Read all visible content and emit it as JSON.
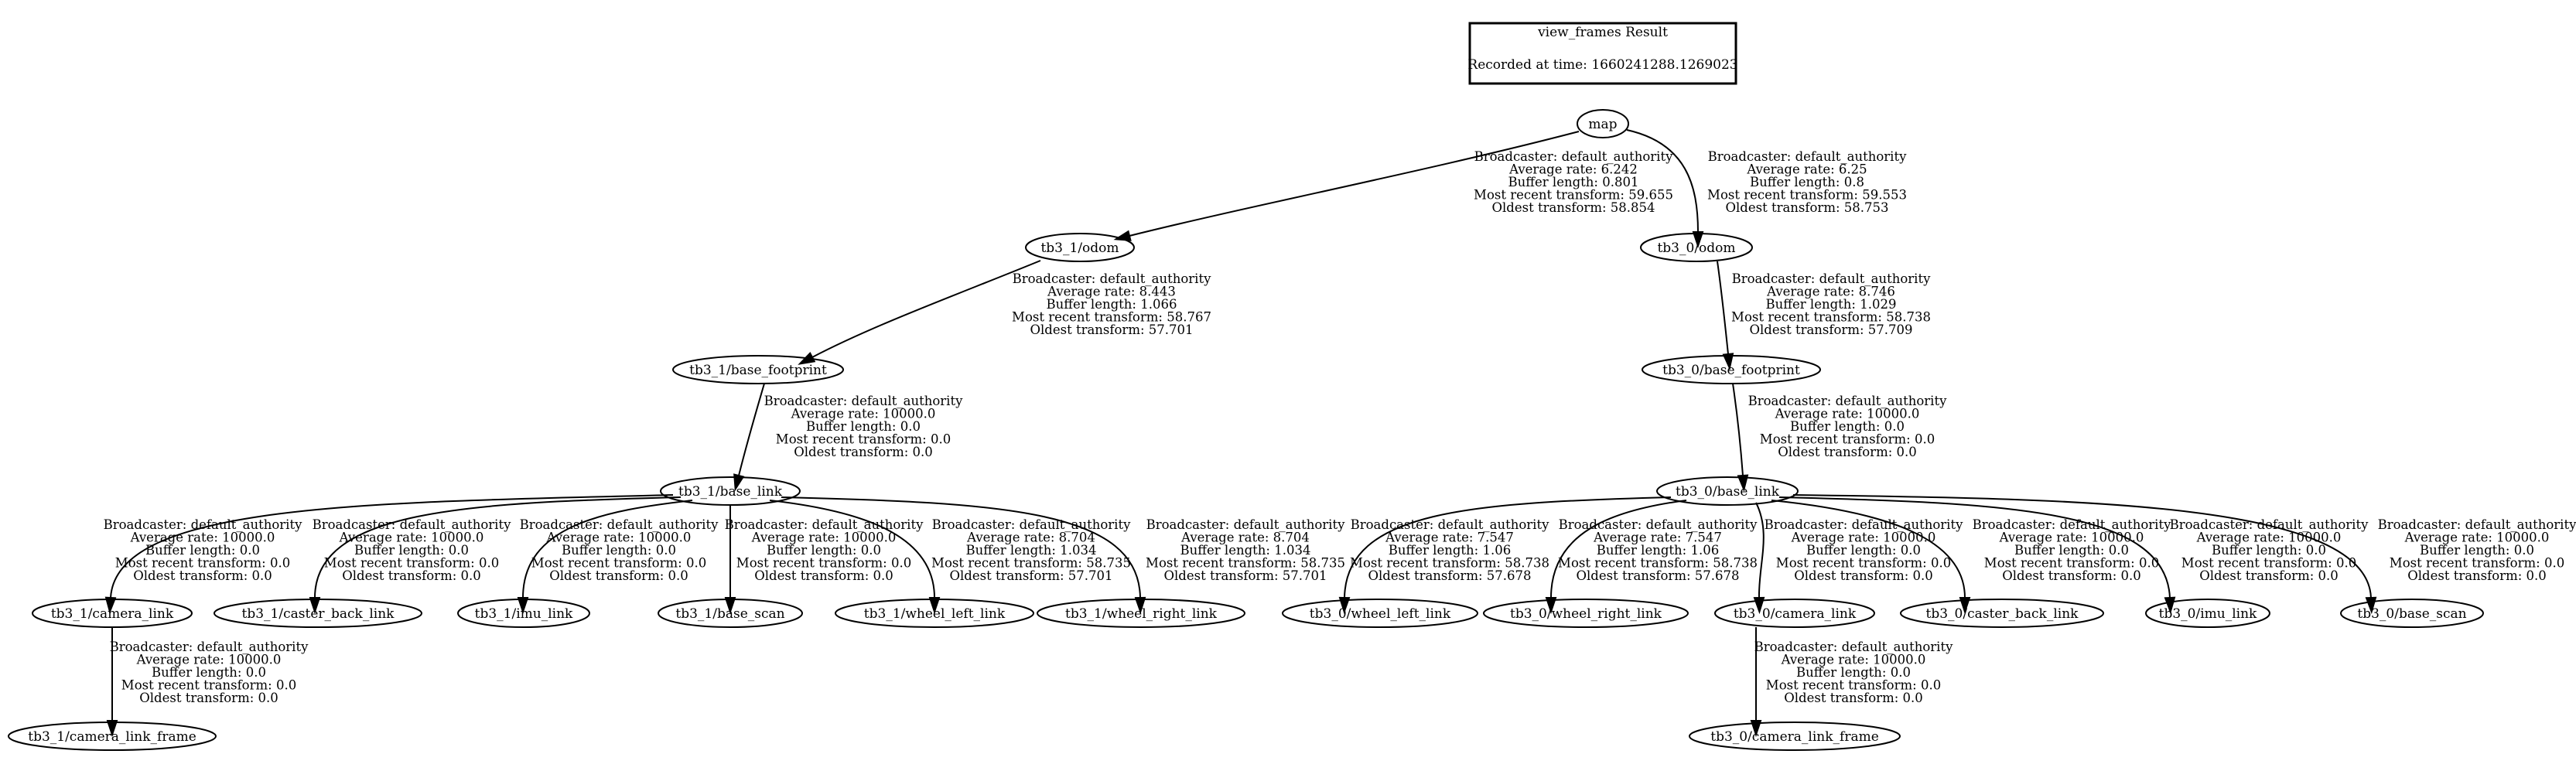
{
  "title_box": {
    "title": "view_frames Result",
    "subtitle": "Recorded at time: 1660241288.1269023"
  },
  "nodes": [
    {
      "id": "map",
      "label": "map"
    },
    {
      "id": "tb3_1_odom",
      "label": "tb3_1/odom"
    },
    {
      "id": "tb3_0_odom",
      "label": "tb3_0/odom"
    },
    {
      "id": "tb3_1_base_footprint",
      "label": "tb3_1/base_footprint"
    },
    {
      "id": "tb3_0_base_footprint",
      "label": "tb3_0/base_footprint"
    },
    {
      "id": "tb3_1_base_link",
      "label": "tb3_1/base_link"
    },
    {
      "id": "tb3_0_base_link",
      "label": "tb3_0/base_link"
    },
    {
      "id": "tb3_1_camera_link",
      "label": "tb3_1/camera_link"
    },
    {
      "id": "tb3_1_caster_back_link",
      "label": "tb3_1/caster_back_link"
    },
    {
      "id": "tb3_1_imu_link",
      "label": "tb3_1/imu_link"
    },
    {
      "id": "tb3_1_base_scan",
      "label": "tb3_1/base_scan"
    },
    {
      "id": "tb3_1_wheel_left_link",
      "label": "tb3_1/wheel_left_link"
    },
    {
      "id": "tb3_1_wheel_right_link",
      "label": "tb3_1/wheel_right_link"
    },
    {
      "id": "tb3_0_wheel_left_link",
      "label": "tb3_0/wheel_left_link"
    },
    {
      "id": "tb3_0_wheel_right_link",
      "label": "tb3_0/wheel_right_link"
    },
    {
      "id": "tb3_0_camera_link",
      "label": "tb3_0/camera_link"
    },
    {
      "id": "tb3_0_caster_back_link",
      "label": "tb3_0/caster_back_link"
    },
    {
      "id": "tb3_0_imu_link",
      "label": "tb3_0/imu_link"
    },
    {
      "id": "tb3_0_base_scan",
      "label": "tb3_0/base_scan"
    },
    {
      "id": "tb3_1_camera_link_frame",
      "label": "tb3_1/camera_link_frame"
    },
    {
      "id": "tb3_0_camera_link_frame",
      "label": "tb3_0/camera_link_frame"
    }
  ],
  "edges": [
    {
      "id": "map-tb3_1_odom",
      "source": "map",
      "target": "tb3_1_odom",
      "lines": [
        "Broadcaster: default_authority",
        "Average rate: 6.242",
        "Buffer length: 0.801",
        "Most recent transform: 59.655",
        "Oldest transform: 58.854"
      ]
    },
    {
      "id": "map-tb3_0_odom",
      "source": "map",
      "target": "tb3_0_odom",
      "lines": [
        "Broadcaster: default_authority",
        "Average rate: 6.25",
        "Buffer length: 0.8",
        "Most recent transform: 59.553",
        "Oldest transform: 58.753"
      ]
    },
    {
      "id": "tb3_1_odom-tb3_1_base_footprint",
      "source": "tb3_1_odom",
      "target": "tb3_1_base_footprint",
      "lines": [
        "Broadcaster: default_authority",
        "Average rate: 8.443",
        "Buffer length: 1.066",
        "Most recent transform: 58.767",
        "Oldest transform: 57.701"
      ]
    },
    {
      "id": "tb3_0_odom-tb3_0_base_footprint",
      "source": "tb3_0_odom",
      "target": "tb3_0_base_footprint",
      "lines": [
        "Broadcaster: default_authority",
        "Average rate: 8.746",
        "Buffer length: 1.029",
        "Most recent transform: 58.738",
        "Oldest transform: 57.709"
      ]
    },
    {
      "id": "tb3_1_base_footprint-tb3_1_base_link",
      "source": "tb3_1_base_footprint",
      "target": "tb3_1_base_link",
      "lines": [
        "Broadcaster: default_authority",
        "Average rate: 10000.0",
        "Buffer length: 0.0",
        "Most recent transform: 0.0",
        "Oldest transform: 0.0"
      ]
    },
    {
      "id": "tb3_0_base_footprint-tb3_0_base_link",
      "source": "tb3_0_base_footprint",
      "target": "tb3_0_base_link",
      "lines": [
        "Broadcaster: default_authority",
        "Average rate: 10000.0",
        "Buffer length: 0.0",
        "Most recent transform: 0.0",
        "Oldest transform: 0.0"
      ]
    },
    {
      "id": "tb3_1_base_link-tb3_1_camera_link",
      "source": "tb3_1_base_link",
      "target": "tb3_1_camera_link",
      "lines": [
        "Broadcaster: default_authority",
        "Average rate: 10000.0",
        "Buffer length: 0.0",
        "Most recent transform: 0.0",
        "Oldest transform: 0.0"
      ]
    },
    {
      "id": "tb3_1_base_link-tb3_1_caster_back_link",
      "source": "tb3_1_base_link",
      "target": "tb3_1_caster_back_link",
      "lines": [
        "Broadcaster: default_authority",
        "Average rate: 10000.0",
        "Buffer length: 0.0",
        "Most recent transform: 0.0",
        "Oldest transform: 0.0"
      ]
    },
    {
      "id": "tb3_1_base_link-tb3_1_imu_link",
      "source": "tb3_1_base_link",
      "target": "tb3_1_imu_link",
      "lines": [
        "Broadcaster: default_authority",
        "Average rate: 10000.0",
        "Buffer length: 0.0",
        "Most recent transform: 0.0",
        "Oldest transform: 0.0"
      ]
    },
    {
      "id": "tb3_1_base_link-tb3_1_base_scan",
      "source": "tb3_1_base_link",
      "target": "tb3_1_base_scan",
      "lines": [
        "Broadcaster: default_authority",
        "Average rate: 10000.0",
        "Buffer length: 0.0",
        "Most recent transform: 0.0",
        "Oldest transform: 0.0"
      ]
    },
    {
      "id": "tb3_1_base_link-tb3_1_wheel_left_link",
      "source": "tb3_1_base_link",
      "target": "tb3_1_wheel_left_link",
      "lines": [
        "Broadcaster: default_authority",
        "Average rate: 8.704",
        "Buffer length: 1.034",
        "Most recent transform: 58.735",
        "Oldest transform: 57.701"
      ]
    },
    {
      "id": "tb3_1_base_link-tb3_1_wheel_right_link",
      "source": "tb3_1_base_link",
      "target": "tb3_1_wheel_right_link",
      "lines": [
        "Broadcaster: default_authority",
        "Average rate: 8.704",
        "Buffer length: 1.034",
        "Most recent transform: 58.735",
        "Oldest transform: 57.701"
      ]
    },
    {
      "id": "tb3_0_base_link-tb3_0_wheel_left_link",
      "source": "tb3_0_base_link",
      "target": "tb3_0_wheel_left_link",
      "lines": [
        "Broadcaster: default_authority",
        "Average rate: 7.547",
        "Buffer length: 1.06",
        "Most recent transform: 58.738",
        "Oldest transform: 57.678"
      ]
    },
    {
      "id": "tb3_0_base_link-tb3_0_wheel_right_link",
      "source": "tb3_0_base_link",
      "target": "tb3_0_wheel_right_link",
      "lines": [
        "Broadcaster: default_authority",
        "Average rate: 7.547",
        "Buffer length: 1.06",
        "Most recent transform: 58.738",
        "Oldest transform: 57.678"
      ]
    },
    {
      "id": "tb3_0_base_link-tb3_0_camera_link",
      "source": "tb3_0_base_link",
      "target": "tb3_0_camera_link",
      "lines": [
        "Broadcaster: default_authority",
        "Average rate: 10000.0",
        "Buffer length: 0.0",
        "Most recent transform: 0.0",
        "Oldest transform: 0.0"
      ]
    },
    {
      "id": "tb3_0_base_link-tb3_0_caster_back_link",
      "source": "tb3_0_base_link",
      "target": "tb3_0_caster_back_link",
      "lines": [
        "Broadcaster: default_authority",
        "Average rate: 10000.0",
        "Buffer length: 0.0",
        "Most recent transform: 0.0",
        "Oldest transform: 0.0"
      ]
    },
    {
      "id": "tb3_0_base_link-tb3_0_imu_link",
      "source": "tb3_0_base_link",
      "target": "tb3_0_imu_link",
      "lines": [
        "Broadcaster: default_authority",
        "Average rate: 10000.0",
        "Buffer length: 0.0",
        "Most recent transform: 0.0",
        "Oldest transform: 0.0"
      ]
    },
    {
      "id": "tb3_0_base_link-tb3_0_base_scan",
      "source": "tb3_0_base_link",
      "target": "tb3_0_base_scan",
      "lines": [
        "Broadcaster: default_authority",
        "Average rate: 10000.0",
        "Buffer length: 0.0",
        "Most recent transform: 0.0",
        "Oldest transform: 0.0"
      ]
    },
    {
      "id": "tb3_1_camera_link-tb3_1_camera_link_frame",
      "source": "tb3_1_camera_link",
      "target": "tb3_1_camera_link_frame",
      "lines": [
        "Broadcaster: default_authority",
        "Average rate: 10000.0",
        "Buffer length: 0.0",
        "Most recent transform: 0.0",
        "Oldest transform: 0.0"
      ]
    },
    {
      "id": "tb3_0_camera_link-tb3_0_camera_link_frame",
      "source": "tb3_0_camera_link",
      "target": "tb3_0_camera_link_frame",
      "lines": [
        "Broadcaster: default_authority",
        "Average rate: 10000.0",
        "Buffer length: 0.0",
        "Most recent transform: 0.0",
        "Oldest transform: 0.0"
      ]
    }
  ]
}
